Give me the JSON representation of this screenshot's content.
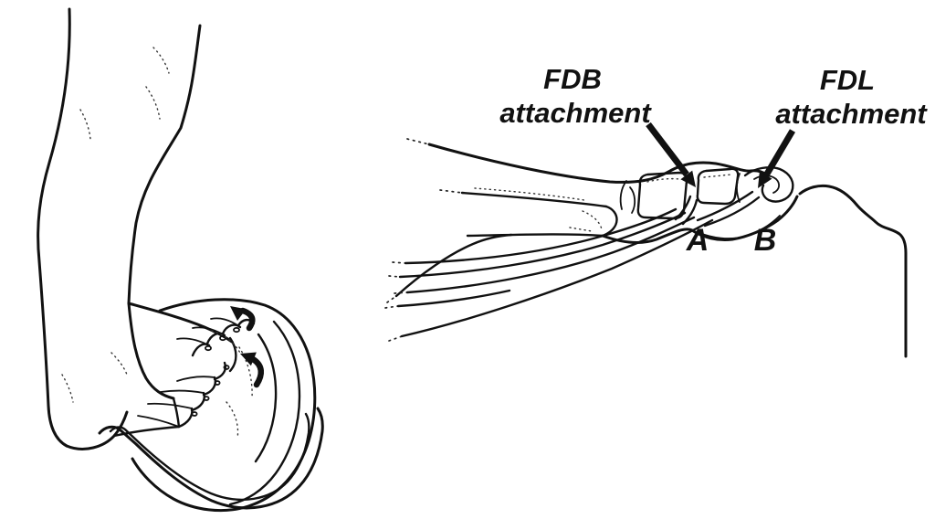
{
  "colors": {
    "background": "#ffffff",
    "ink": "#111111"
  },
  "right_figure": {
    "fdb_label": {
      "line1": "FDB",
      "line2": "attachment"
    },
    "fdl_label": {
      "line1": "FDL",
      "line2": "attachment"
    },
    "marker_a": "A",
    "marker_b": "B"
  }
}
